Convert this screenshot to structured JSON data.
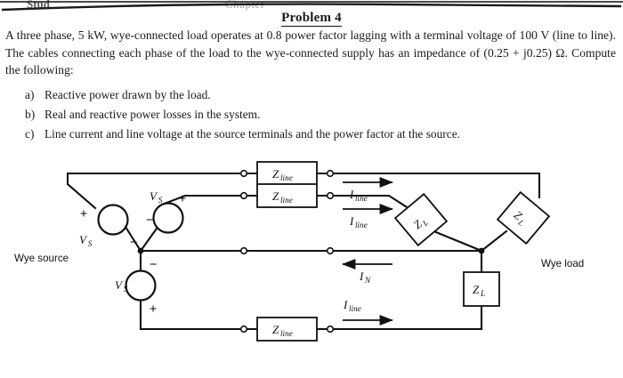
{
  "scan": {
    "torn_left_fragment": "Stud",
    "torn_mid_fragment": "Chapter"
  },
  "heading": {
    "title": "Problem 4"
  },
  "problem": {
    "statement": "A three phase, 5 kW, wye-connected load operates at 0.8 power factor lagging with a terminal voltage of 100 V (line to line). The cables connecting each phase of the load to the wye-connected supply has an impedance of (0.25 + j0.25) Ω. Compute the following:",
    "questions": [
      {
        "marker": "a)",
        "text": "Reactive power drawn by the load."
      },
      {
        "marker": "b)",
        "text": "Real and reactive power losses in the system."
      },
      {
        "marker": "c)",
        "text": "Line current and line voltage at the source terminals and the power factor at the source."
      }
    ]
  },
  "figure": {
    "caption_source": "Wye source",
    "caption_load": "Wye load",
    "source_label": "V",
    "source_sub": "S",
    "sign_plus": "+",
    "sign_minus": "−",
    "line_impedance_label": "Z",
    "line_impedance_sub": "line",
    "load_impedance_label": "Z",
    "load_impedance_sub": "L",
    "line_current_label": "I",
    "line_current_sub": "line",
    "neutral_current_label": "I",
    "neutral_current_sub": "N",
    "sources": [
      {
        "name": "phase-a-source",
        "plus_side": "left",
        "minus_side": "right"
      },
      {
        "name": "phase-b-source",
        "plus_side": "right",
        "minus_side": "left"
      },
      {
        "name": "phase-c-source",
        "plus_side": "bottom",
        "minus_side": "top"
      }
    ],
    "line_impedances": [
      {
        "name": "z-line-phase-a"
      },
      {
        "name": "z-line-phase-b"
      },
      {
        "name": "z-line-phase-c"
      }
    ],
    "load_impedances": [
      {
        "name": "z-load-phase-a",
        "orientation": "diamond"
      },
      {
        "name": "z-load-phase-b",
        "orientation": "diamond"
      },
      {
        "name": "z-load-phase-c",
        "orientation": "upright"
      }
    ],
    "currents": [
      {
        "name": "i-line-top",
        "label": "I",
        "sub": "line",
        "direction": "right"
      },
      {
        "name": "i-line-middle",
        "label": "I",
        "sub": "line",
        "direction": "right"
      },
      {
        "name": "i-neutral",
        "label": "I",
        "sub": "N",
        "direction": "left"
      },
      {
        "name": "i-line-bottom",
        "label": "I",
        "sub": "line",
        "direction": "right"
      }
    ],
    "colors": {
      "ink": "#111111",
      "paper": "#ffffff"
    }
  }
}
